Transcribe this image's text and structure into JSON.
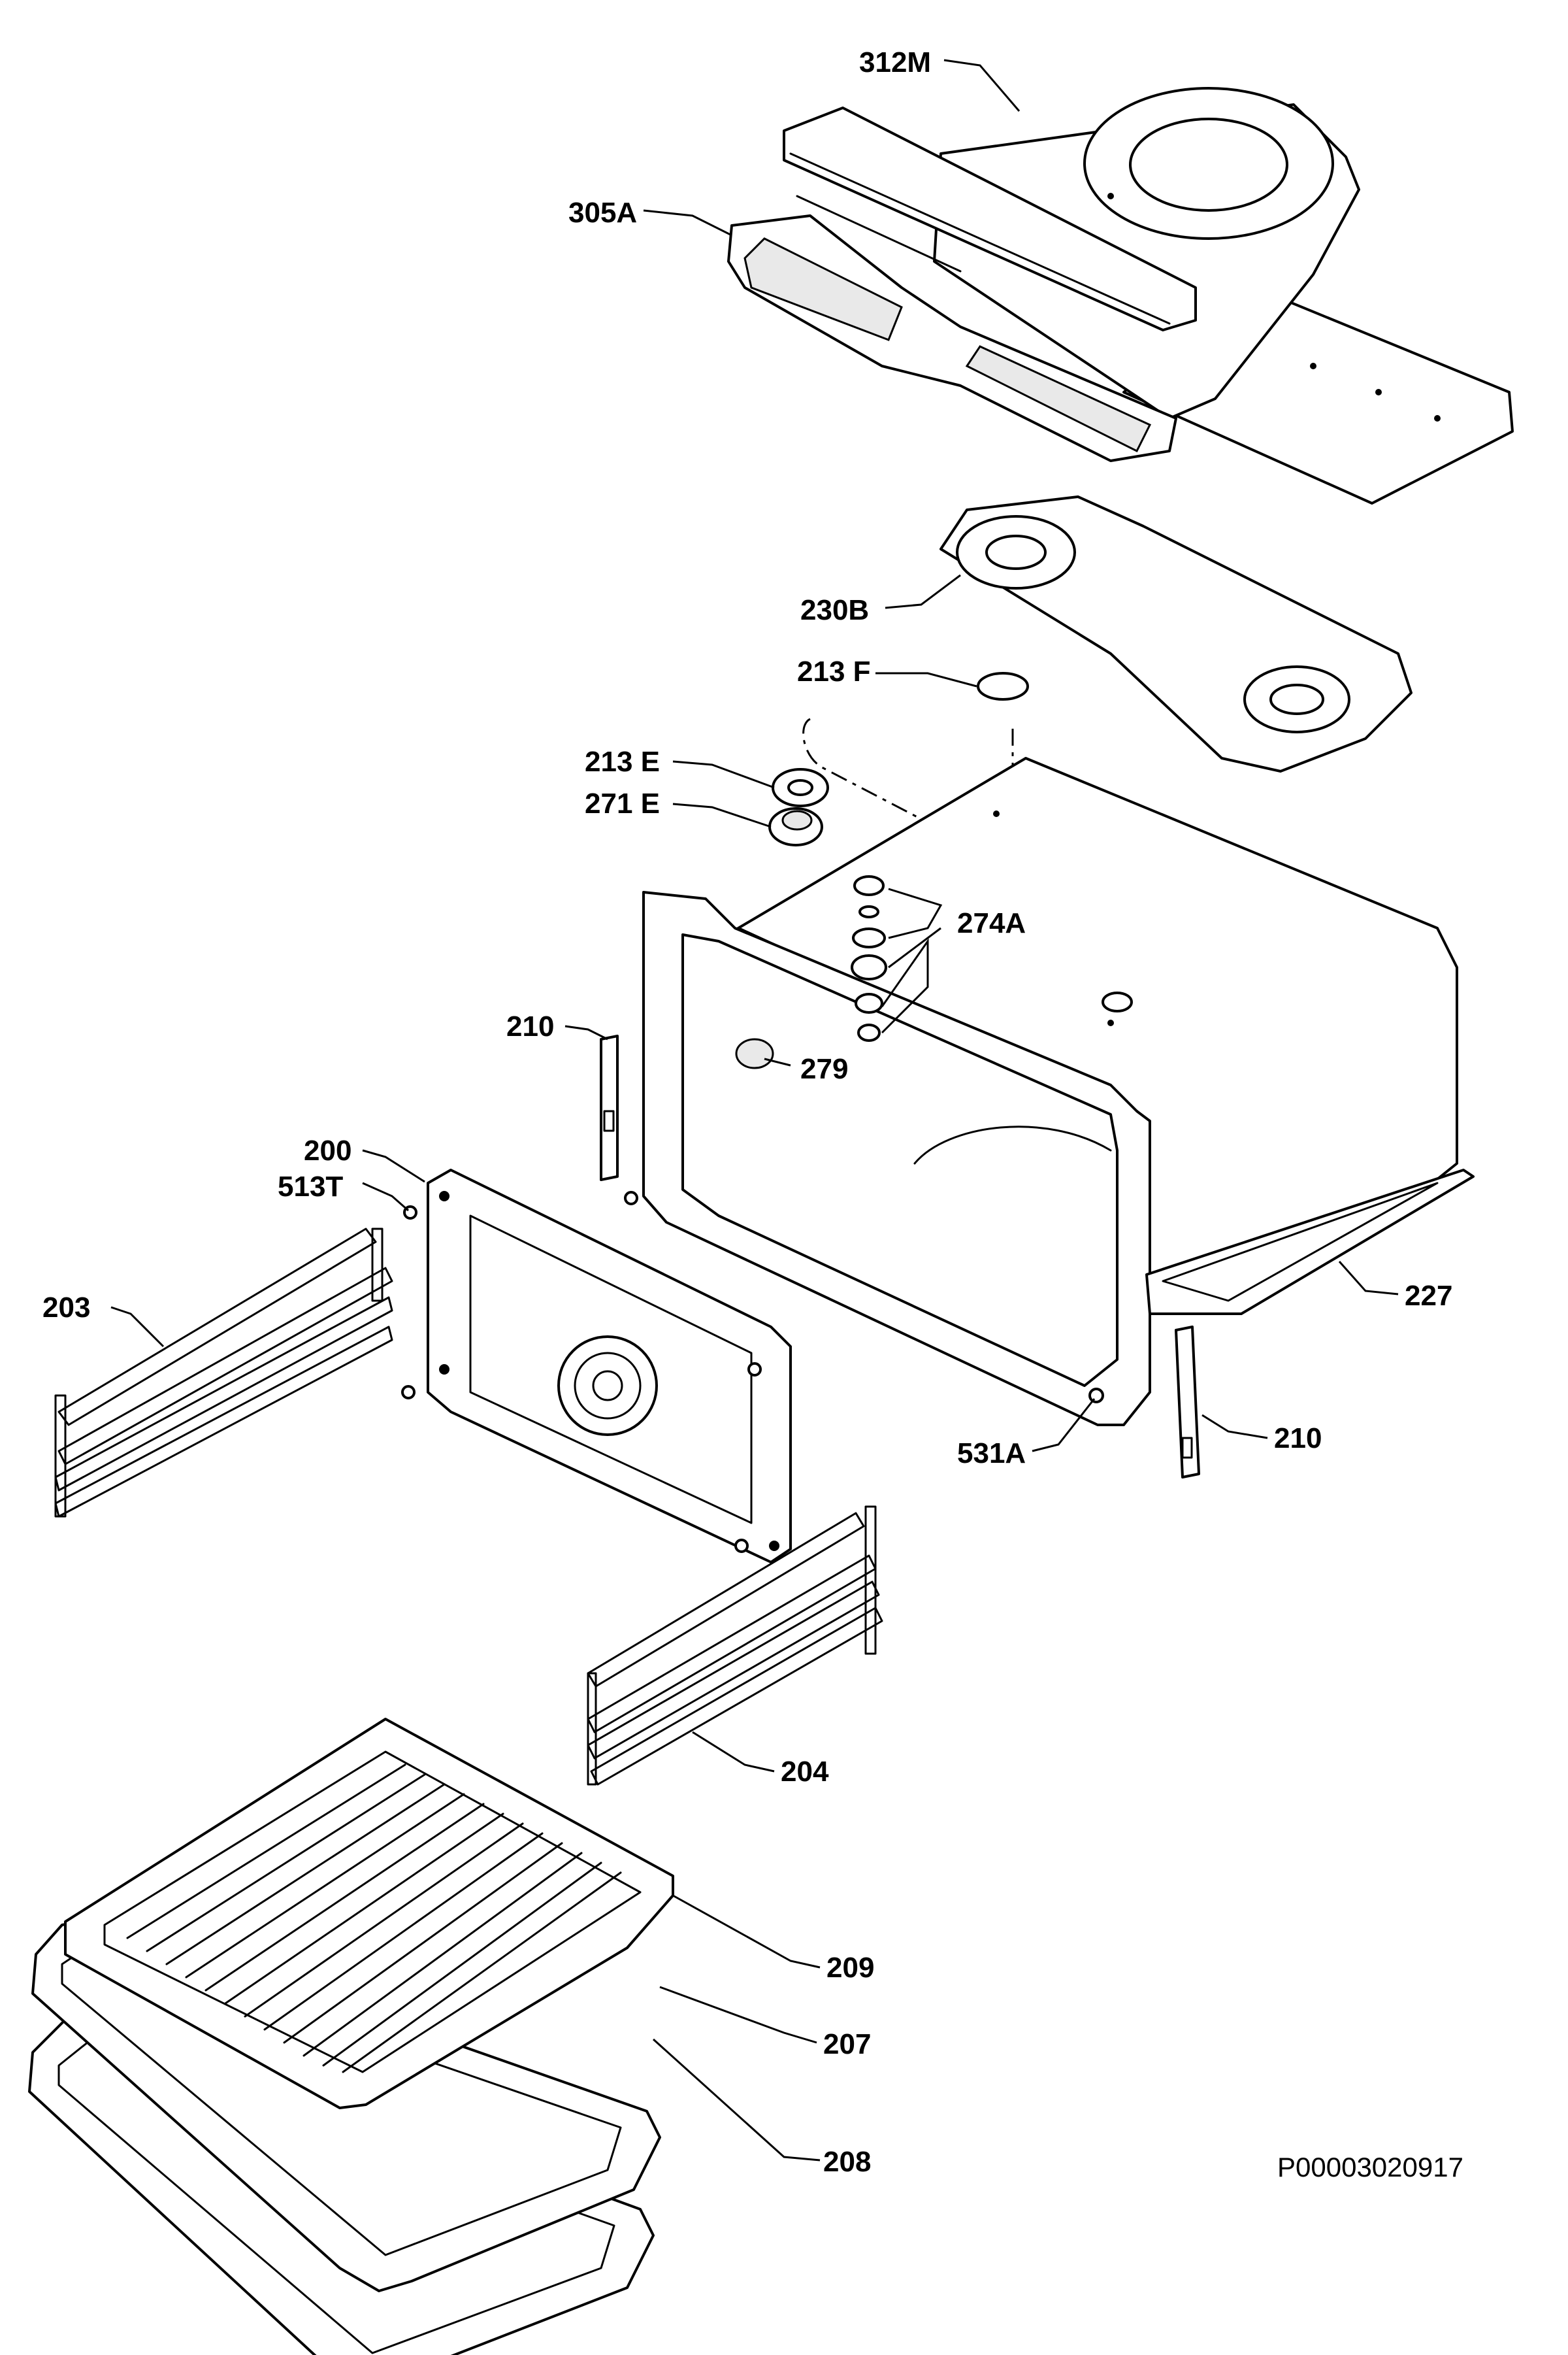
{
  "diagram": {
    "document_code": "P00003020917",
    "labels": {
      "l312M": "312M",
      "l305A": "305A",
      "l230B": "230B",
      "l213F": "213 F",
      "l213E": "213 E",
      "l271E": "271 E",
      "l274A": "274A",
      "l210a": "210",
      "l279": "279",
      "l200": "200",
      "l513T": "513T",
      "l203": "203",
      "l227": "227",
      "l531A": "531A",
      "l210b": "210",
      "l204": "204",
      "l209": "209",
      "l207": "207",
      "l208": "208"
    }
  }
}
